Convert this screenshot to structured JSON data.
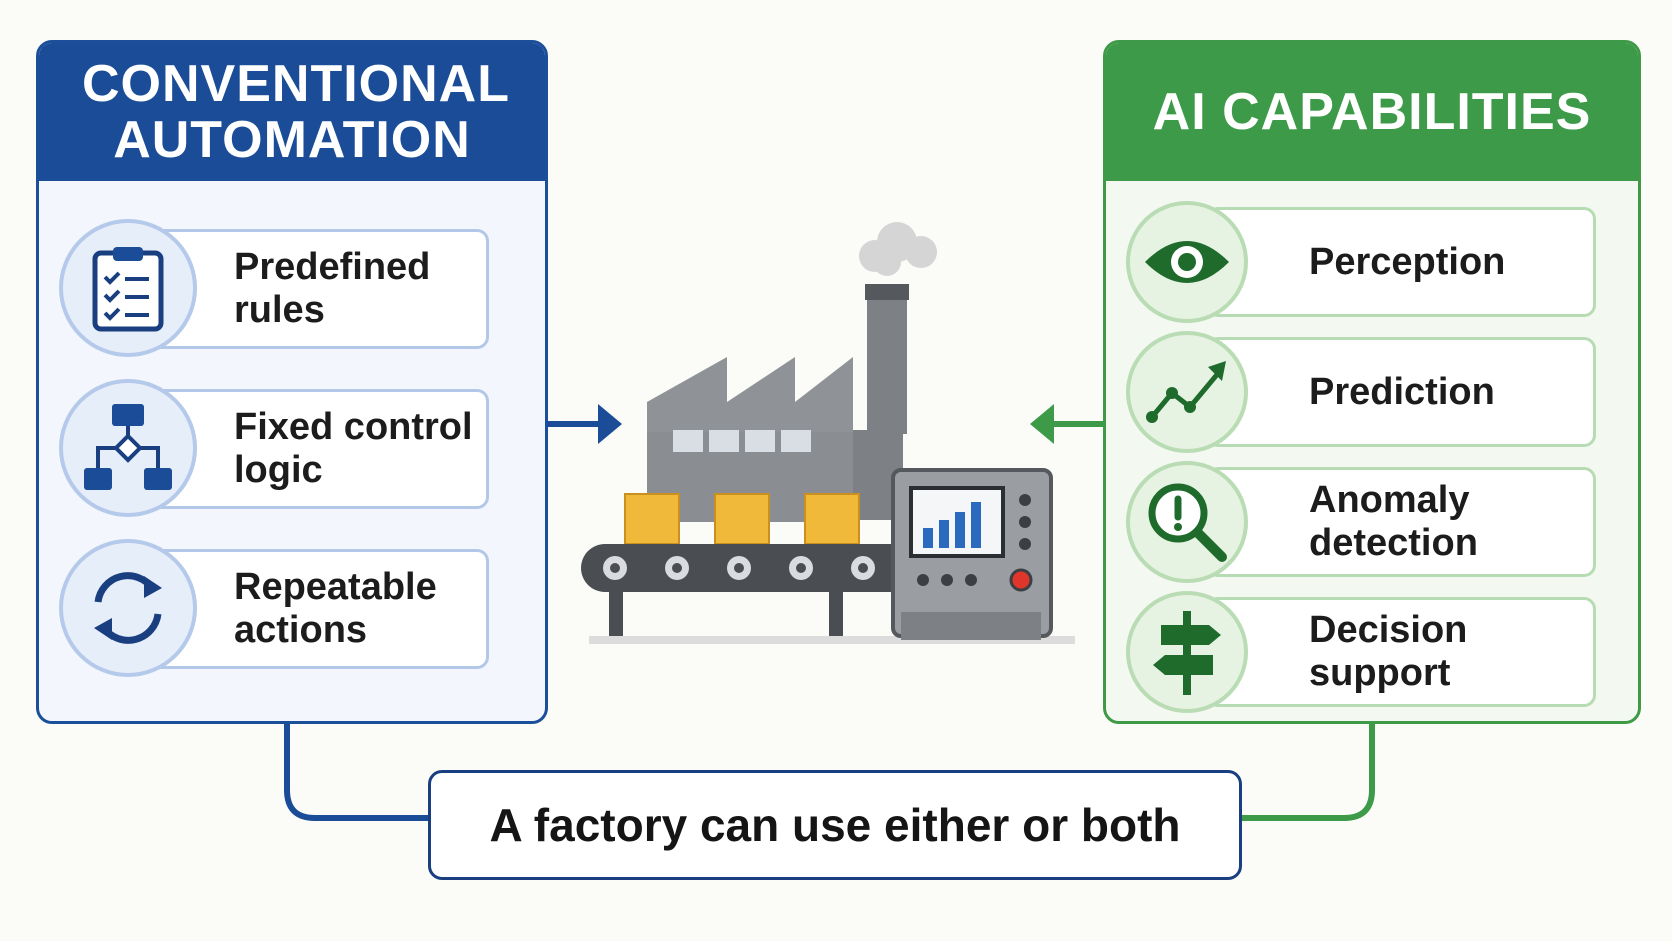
{
  "left_panel": {
    "title": "CONVENTIONAL AUTOMATION",
    "color": "#1b4c98",
    "items": [
      {
        "label": "Predefined rules",
        "icon": "checklist-icon"
      },
      {
        "label": "Fixed control logic",
        "icon": "flowchart-icon"
      },
      {
        "label": "Repeatable actions",
        "icon": "cycle-arrows-icon"
      }
    ]
  },
  "right_panel": {
    "title": "AI CAPABILITIES",
    "color": "#3d9a49",
    "items": [
      {
        "label": "Perception",
        "icon": "eye-icon"
      },
      {
        "label": "Prediction",
        "icon": "trend-up-icon"
      },
      {
        "label": "Anomaly detection",
        "icon": "magnifier-alert-icon"
      },
      {
        "label": "Decision support",
        "icon": "signpost-icon"
      }
    ]
  },
  "center": {
    "illustration": "factory-conveyor-icon"
  },
  "bottom": {
    "caption": "A factory can use either or both"
  }
}
